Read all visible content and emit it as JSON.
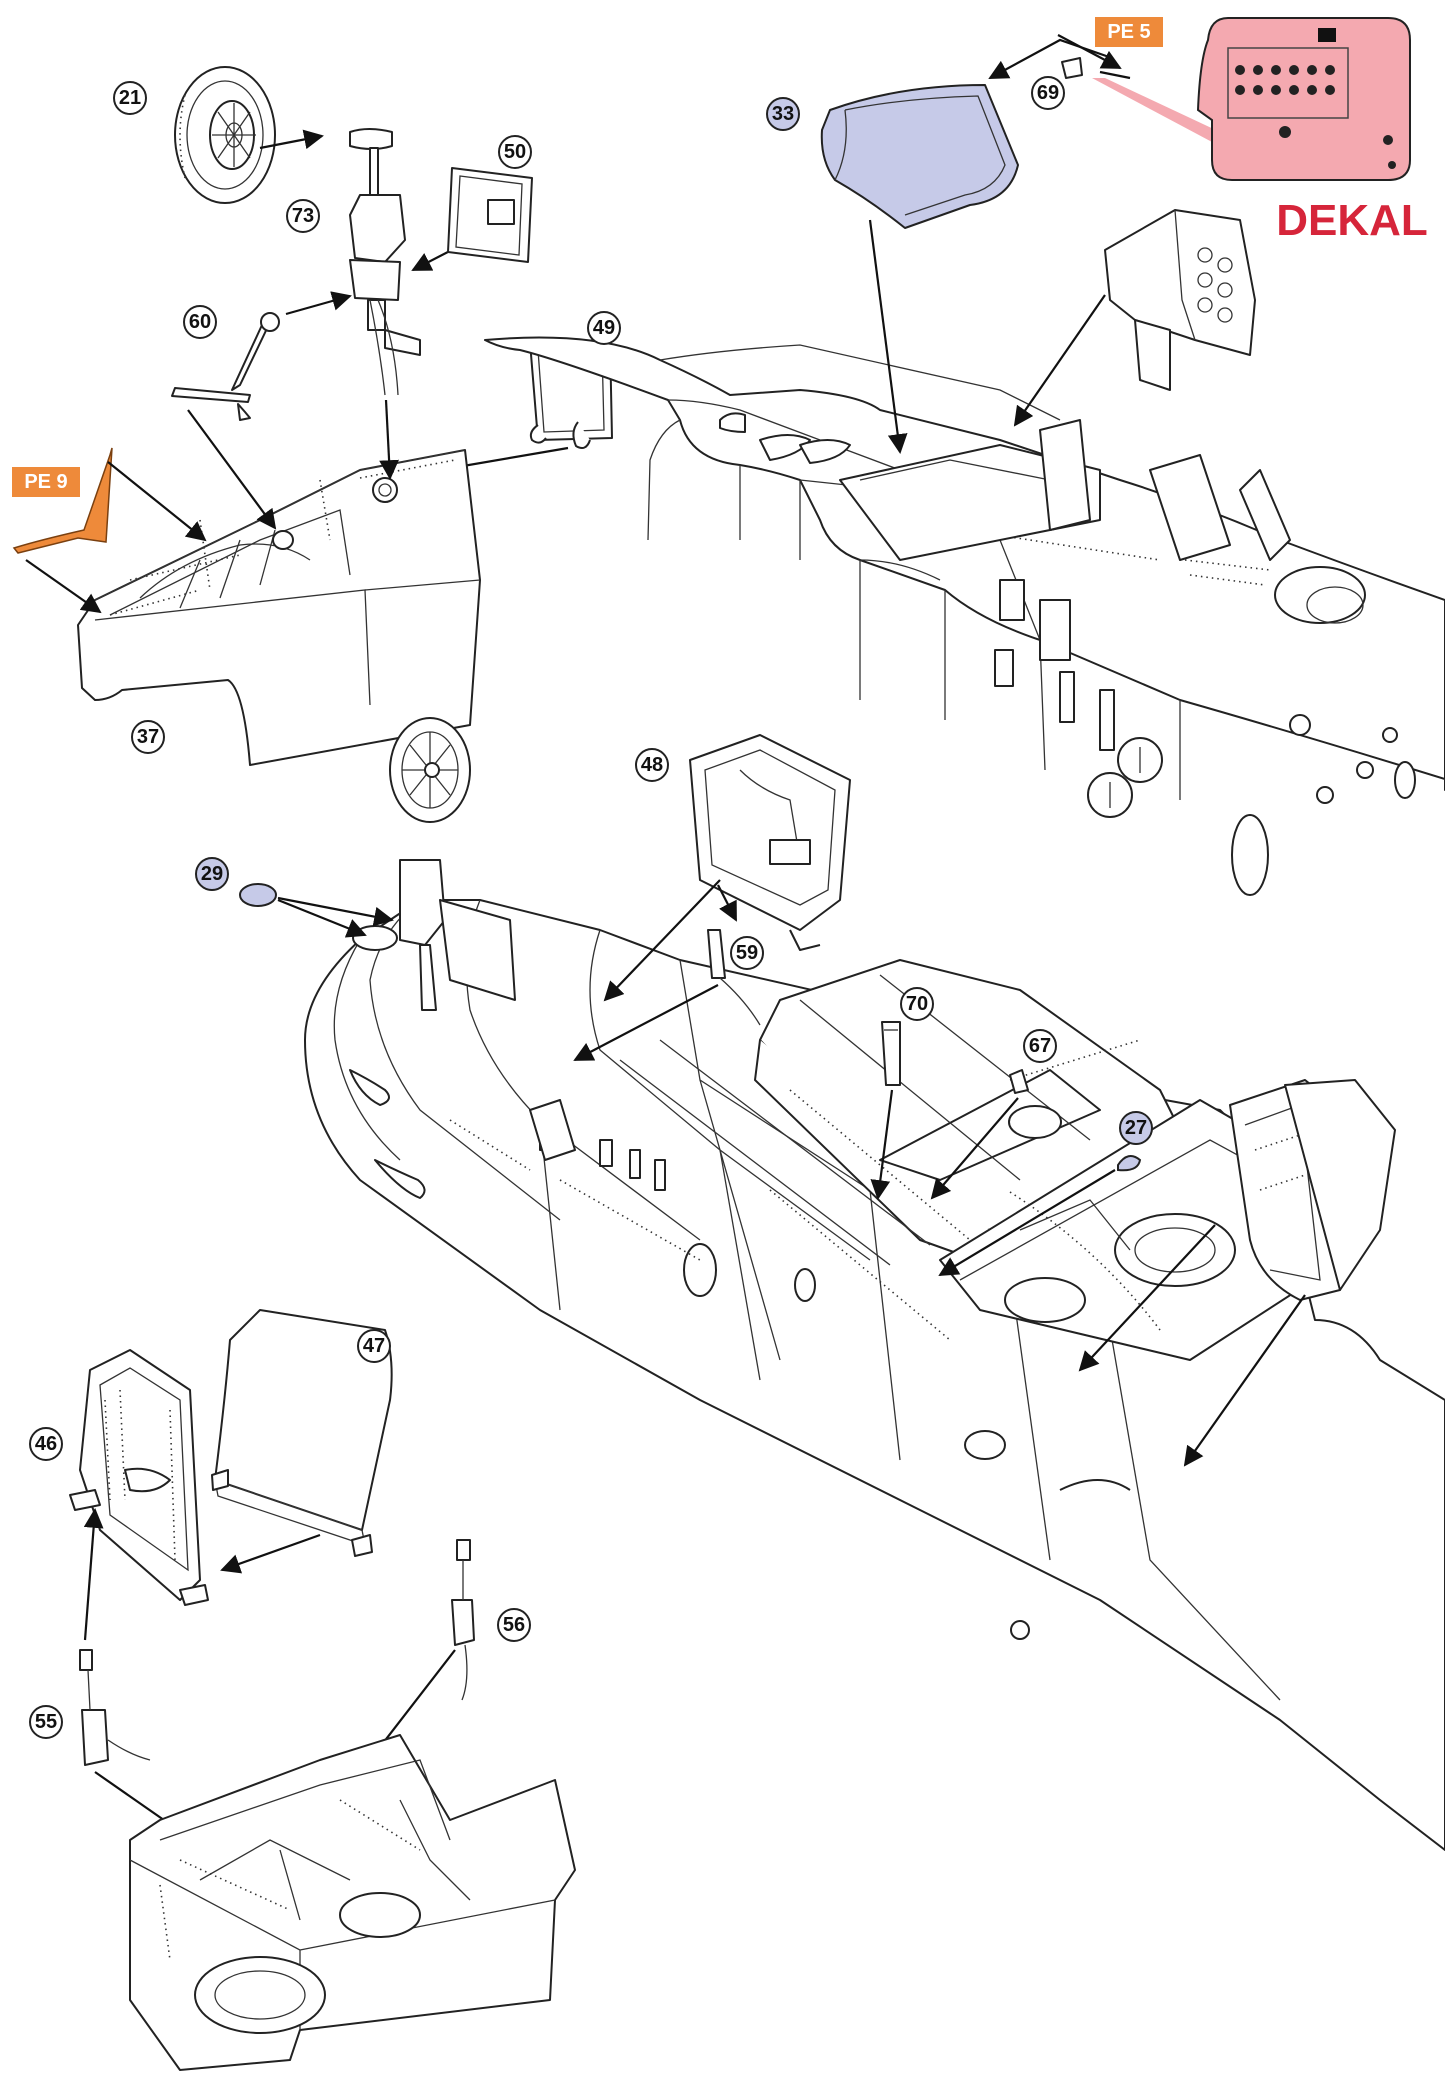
{
  "callouts": {
    "c21": "21",
    "c50": "50",
    "c73": "73",
    "c60": "60",
    "c49": "49",
    "c37": "37",
    "c33": "33",
    "c69": "69",
    "c48": "48",
    "c29": "29",
    "c59": "59",
    "c70": "70",
    "c67": "67",
    "c27": "27",
    "c47": "47",
    "c46": "46",
    "c56": "56",
    "c55": "55"
  },
  "photo_etch": {
    "pe5": "PE 5",
    "pe9": "PE 9"
  },
  "decal": {
    "label": "DEKAL"
  },
  "colors": {
    "clear_part": "#c6cae8",
    "photo_etch": "#ee8a3a",
    "decal_panel": "#f4a9b0",
    "decal_text": "#d6253a"
  }
}
